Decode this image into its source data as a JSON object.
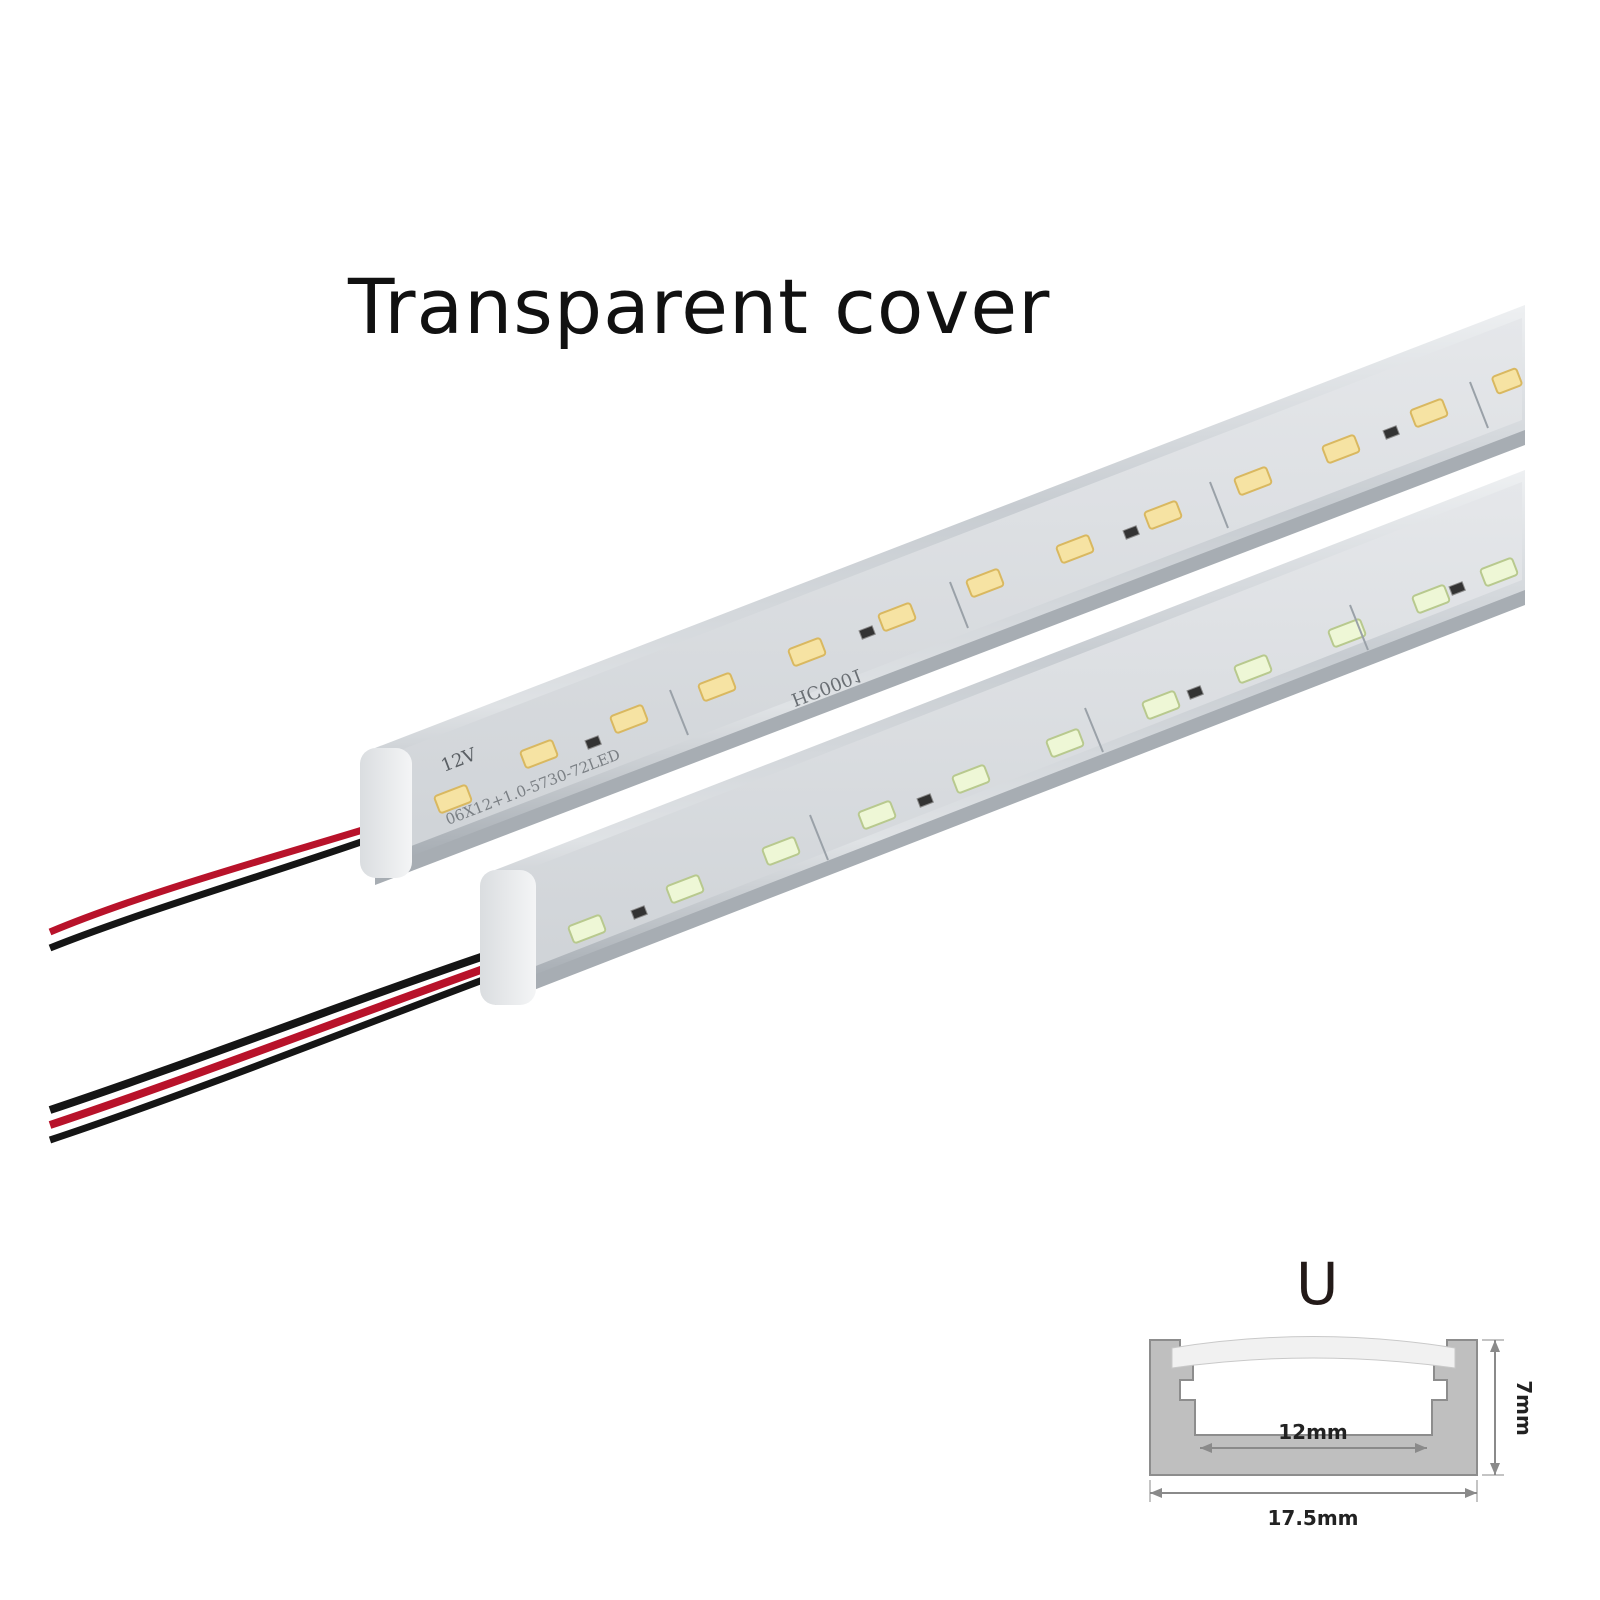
{
  "title": "Transparent cover",
  "profile": {
    "shape_letter": "U",
    "inner_width": "12mm",
    "outer_width": "17.5mm",
    "height": "7mm"
  },
  "strip_markings": {
    "voltage": "12V",
    "pcb_code": "HC0001",
    "led_spec": "06X12+1.0-5730-72LED"
  },
  "colors": {
    "aluminium": "#c9cdd1",
    "led_warm": "#f6e3a3",
    "led_white": "#eef7d6",
    "wire_red": "#b8122a",
    "wire_black": "#151515"
  }
}
